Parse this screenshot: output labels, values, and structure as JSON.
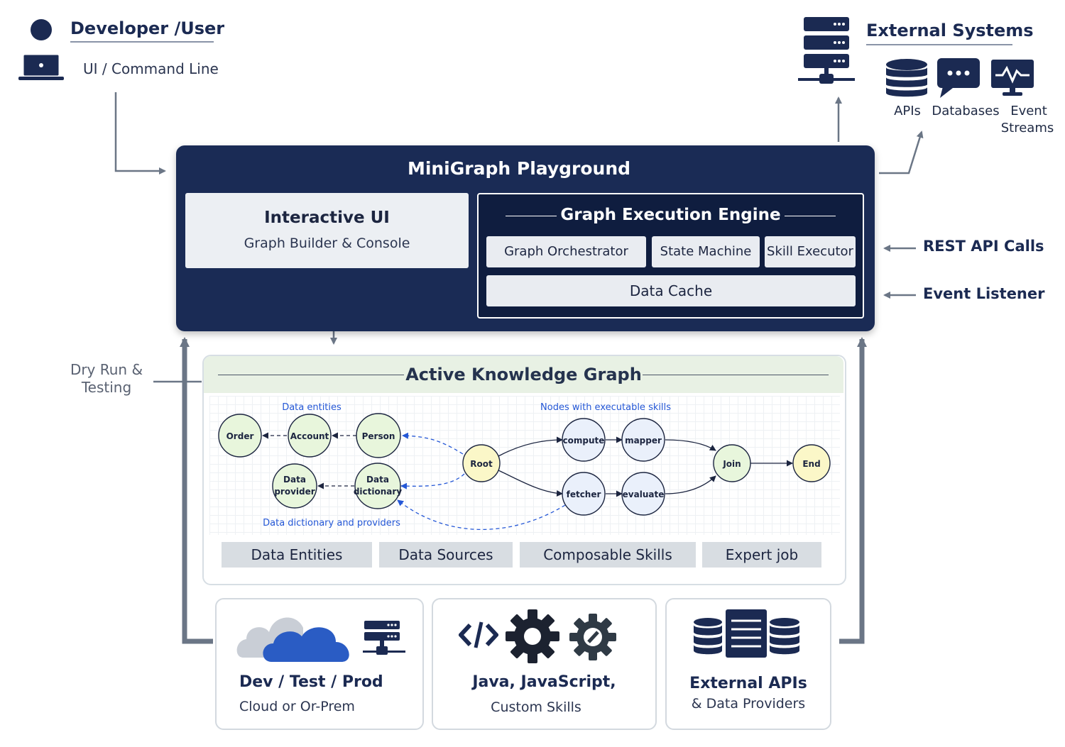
{
  "developer": {
    "title": "Developer /User",
    "subtitle": "UI / Command Line"
  },
  "external_systems": {
    "title": "External Systems",
    "items": [
      {
        "label": "APIs",
        "icon": "database-stack-icon"
      },
      {
        "label": "Databases",
        "icon": "chat-bubble-icon"
      },
      {
        "label": "Event",
        "label2": "Streams",
        "icon": "monitor-pulse-icon"
      }
    ]
  },
  "playground": {
    "title": "MiniGraph Playground",
    "interactive_ui": {
      "title": "Interactive UI",
      "subtitle": "Graph Builder & Console"
    },
    "engine": {
      "title": "Graph Execution Engine",
      "components": [
        "Graph Orchestrator",
        "State Machine",
        "Skill Executor"
      ],
      "cache": "Data Cache"
    }
  },
  "side_inputs": [
    "REST API Calls",
    "Event Listener"
  ],
  "dry_run": {
    "line1": "Dry Run &",
    "line2": "Testing"
  },
  "knowledge_graph": {
    "title": "Active Knowledge Graph",
    "annotations": {
      "data_entities": "Data entities",
      "skills": "Nodes with executable skills",
      "dictionary": "Data dictionary and providers"
    },
    "nodes": {
      "order": "Order",
      "account": "Account",
      "person": "Person",
      "provider1": "Data",
      "provider2": "provider",
      "dictionary1": "Data",
      "dictionary2": "dictionary",
      "root": "Root",
      "compute": "compute",
      "mapper": "mapper",
      "fetcher": "fetcher",
      "evaluate": "evaluate",
      "join": "Join",
      "end": "End"
    },
    "categories": [
      "Data Entities",
      "Data Sources",
      "Composable Skills",
      "Expert job"
    ]
  },
  "cards": [
    {
      "title": "Dev / Test / Prod",
      "subtitle": "Cloud or Or-Prem"
    },
    {
      "title": "Java, JavaScript,",
      "subtitle": "Custom Skills"
    },
    {
      "title": "External APIs",
      "subtitle": "& Data Providers"
    }
  ],
  "colors": {
    "navy": "#1a2b55",
    "engine_bg": "#0f1d3f",
    "node_green": "#e8f6dc",
    "node_yellow": "#fbf7c8",
    "node_blue": "#eaf0fb",
    "annotation_blue": "#2457d6",
    "arrow_gray": "#6b7686"
  }
}
